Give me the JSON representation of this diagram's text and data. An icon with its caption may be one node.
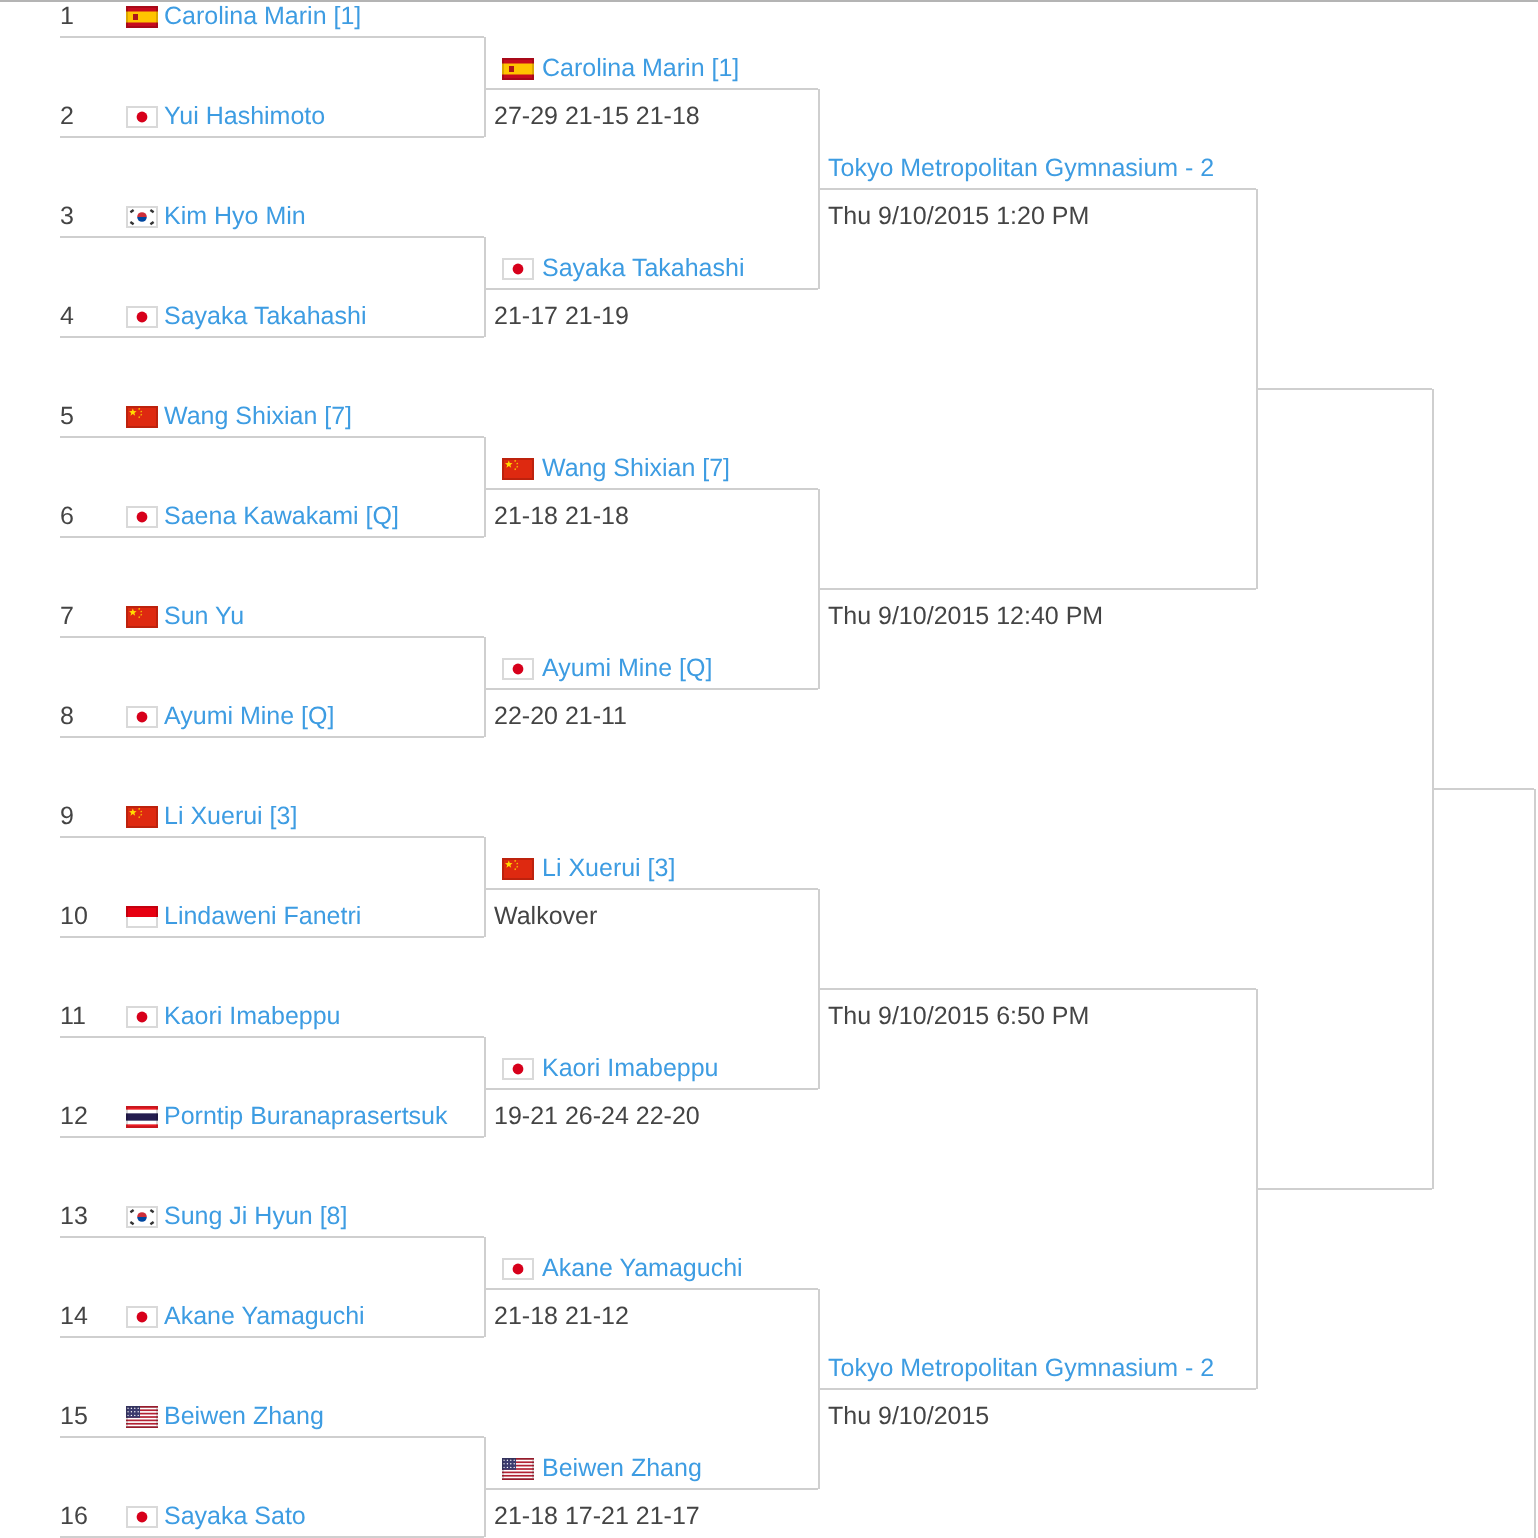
{
  "diagram": {
    "nodes": [
      {
        "text": [
          "1",
          "Carolina Marin [1]"
        ]
      },
      {
        "text": [
          "2",
          "Yui Hashimoto"
        ]
      },
      {
        "text": [
          "3",
          "Kim Hyo Min"
        ]
      },
      {
        "text": [
          "4",
          "Sayaka Takahashi"
        ]
      },
      {
        "text": [
          "5",
          "Wang Shixian [7]"
        ]
      },
      {
        "text": [
          "6",
          "Saena Kawakami [Q]"
        ]
      },
      {
        "text": [
          "7",
          "Sun Yu"
        ]
      },
      {
        "text": [
          "8",
          "Ayumi Mine [Q]"
        ]
      },
      {
        "text": [
          "9",
          "Li Xuerui [3]"
        ]
      },
      {
        "text": [
          "10",
          "Lindaweni Fanetri"
        ]
      },
      {
        "text": [
          "11",
          "Kaori Imabeppu"
        ]
      },
      {
        "text": [
          "12",
          "Porntip Buranaprasertsuk"
        ]
      },
      {
        "text": [
          "13",
          "Sung Ji Hyun [8]"
        ]
      },
      {
        "text": [
          "14",
          "Akane Yamaguchi"
        ]
      },
      {
        "text": [
          "15",
          "Beiwen Zhang"
        ]
      },
      {
        "text": [
          "16",
          "Sayaka Sato"
        ]
      },
      {
        "text": [
          "Carolina Marin [1]",
          "27-29 21-15 21-18"
        ]
      },
      {
        "text": [
          "Sayaka Takahashi",
          "21-17 21-19"
        ]
      },
      {
        "text": [
          "Wang Shixian [7]",
          "21-18 21-18"
        ]
      },
      {
        "text": [
          "Ayumi Mine [Q]",
          "22-20 21-11"
        ]
      },
      {
        "text": [
          "Li Xuerui [3]",
          "Walkover"
        ]
      },
      {
        "text": [
          "Kaori Imabeppu",
          "19-21 26-24 22-20"
        ]
      },
      {
        "text": [
          "Akane Yamaguchi",
          "21-18 21-12"
        ]
      },
      {
        "text": [
          "Beiwen Zhang",
          "21-18 17-21 21-17"
        ]
      },
      {
        "text": [
          "Tokyo Metropolitan Gymnasium - 2",
          "Thu 9/10/2015 1:20 PM"
        ]
      },
      {
        "text": [
          "Thu 9/10/2015 12:40 PM"
        ]
      },
      {
        "text": [
          "Thu 9/10/2015 6:50 PM"
        ]
      },
      {
        "text": [
          "Tokyo Metropolitan Gymnasium - 2",
          "Thu 9/10/2015"
        ]
      },
      {
        "text": [],
        "shape": "line"
      },
      {
        "text": [],
        "shape": "line"
      },
      {
        "text": [],
        "shape": "line"
      }
    ],
    "edges": [
      {
        "from": 0,
        "to": 16,
        "arrow": "none"
      },
      {
        "from": 1,
        "to": 16,
        "arrow": "none"
      },
      {
        "from": 2,
        "to": 17,
        "arrow": "none"
      },
      {
        "from": 3,
        "to": 17,
        "arrow": "none"
      },
      {
        "from": 4,
        "to": 18,
        "arrow": "none"
      },
      {
        "from": 5,
        "to": 18,
        "arrow": "none"
      },
      {
        "from": 6,
        "to": 19,
        "arrow": "none"
      },
      {
        "from": 7,
        "to": 19,
        "arrow": "none"
      },
      {
        "from": 8,
        "to": 20,
        "arrow": "none"
      },
      {
        "from": 9,
        "to": 20,
        "arrow": "none"
      },
      {
        "from": 10,
        "to": 21,
        "arrow": "none"
      },
      {
        "from": 11,
        "to": 21,
        "arrow": "none"
      },
      {
        "from": 12,
        "to": 22,
        "arrow": "none"
      },
      {
        "from": 13,
        "to": 22,
        "arrow": "none"
      },
      {
        "from": 14,
        "to": 23,
        "arrow": "none"
      },
      {
        "from": 15,
        "to": 23,
        "arrow": "none"
      },
      {
        "from": 16,
        "to": 24,
        "arrow": "none"
      },
      {
        "from": 17,
        "to": 24,
        "arrow": "none"
      },
      {
        "from": 18,
        "to": 25,
        "arrow": "none"
      },
      {
        "from": 19,
        "to": 25,
        "arrow": "none"
      },
      {
        "from": 20,
        "to": 26,
        "arrow": "none"
      },
      {
        "from": 21,
        "to": 26,
        "arrow": "none"
      },
      {
        "from": 22,
        "to": 27,
        "arrow": "none"
      },
      {
        "from": 23,
        "to": 27,
        "arrow": "none"
      },
      {
        "from": 24,
        "to": 28,
        "arrow": "none"
      },
      {
        "from": 25,
        "to": 28,
        "arrow": "none"
      },
      {
        "from": 26,
        "to": 29,
        "arrow": "none"
      },
      {
        "from": 27,
        "to": 29,
        "arrow": "none"
      },
      {
        "from": 28,
        "to": 30,
        "arrow": "none"
      },
      {
        "from": 29,
        "to": 30,
        "arrow": "none"
      },
      {
        "from": 30,
        "to": null,
        "arrow": "none"
      }
    ]
  }
}
